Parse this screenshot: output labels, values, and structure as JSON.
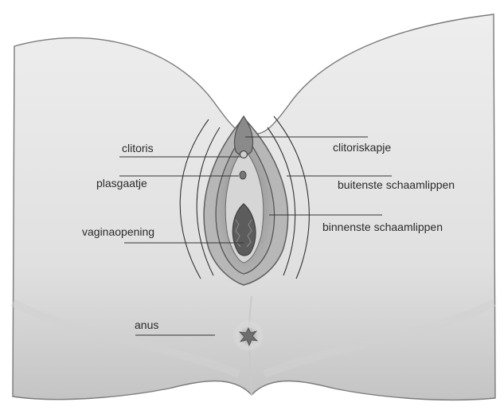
{
  "colors": {
    "background": "#ffffff",
    "skin": "#e4e4e4",
    "skin_shadow": "#bdbdbd",
    "outline": "#6f6f6f",
    "labia_outer": "#a9a9a9",
    "labia_inner": "#8e8e8e",
    "inner_light": "#d9d9d9",
    "opening": "#5c5c5c",
    "label_text": "#2a2a2a"
  },
  "labels": {
    "clitoris": "clitoris",
    "clitoral_hood": "clitoriskapje",
    "urethral_opening": "plasgaatje",
    "outer_labia": "buitenste schaamlippen",
    "vaginal_opening": "vaginaopening",
    "inner_labia": "binnenste schaamlippen",
    "anus": "anus"
  }
}
